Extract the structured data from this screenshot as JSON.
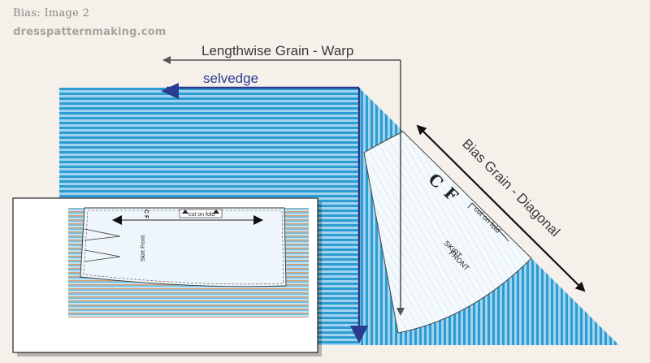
{
  "header": {
    "title": "Bias:  Image 2",
    "site": "dresspatternmaking.com"
  },
  "labels": {
    "lengthwise": "Lengthwise Grain - Warp",
    "selvedge": "selvedge",
    "bias": "Bias Grain - Diagonal",
    "cut_on_fold": "cut on fold",
    "skirt_front_line1": "SKIRT",
    "skirt_front_line2": "FRONT",
    "cf_c": "C",
    "cf_f": "F",
    "inset_cut_on_fold": "cut on fold",
    "inset_skirt_front": "Skirt Front",
    "inset_cf": "C F"
  },
  "colors": {
    "background": "#f5f0ea",
    "stripe_dark": "#2e9bd2",
    "stripe_light": "#9fd4ee",
    "inset_stripe_dark": "#e09a6c",
    "inset_stripe_light": "#bfe3f3",
    "selvedge": "#2a3b8f",
    "pattern_fill": "#f0f7fb"
  }
}
